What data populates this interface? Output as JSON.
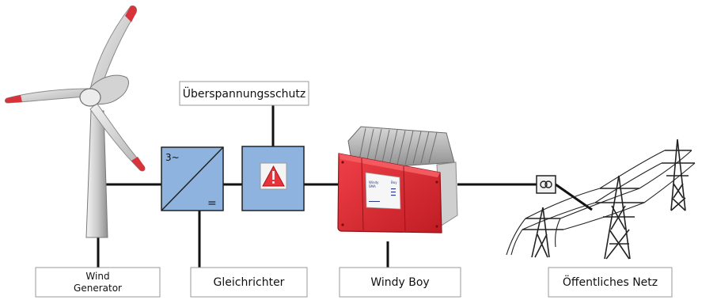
{
  "labels": {
    "wind_generator_line1": "Wind",
    "wind_generator_line2": "Generator",
    "rectifier": "Gleichrichter",
    "surge_protection": "Überspannungsschutz",
    "inverter": "Windy Boy",
    "public_grid": "Öffentliches Netz"
  },
  "rectifier_symbols": {
    "ac": "3~",
    "dc": "="
  },
  "inverter_panel": {
    "left_text_1": "Windy",
    "left_text_2": "Boy",
    "right_text": "SMA"
  },
  "colors": {
    "diagram_block_blue": "#8fb3df",
    "inverter_red": "#e0282f",
    "warning_red": "#e8333a",
    "blade_tip_red": "#d8333a",
    "wire": "#111111"
  },
  "icons": [
    "wind-turbine-icon",
    "warning-triangle-icon",
    "meter-icon",
    "power-pylon-icon"
  ]
}
